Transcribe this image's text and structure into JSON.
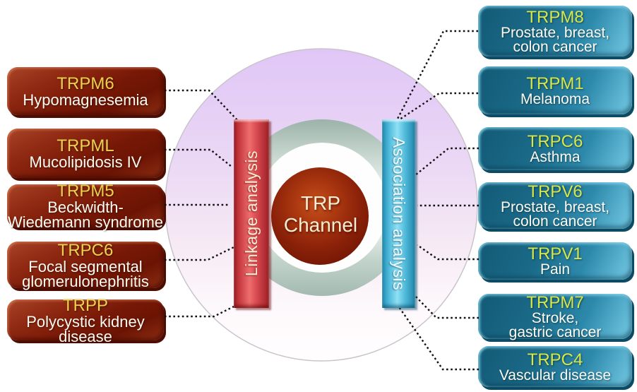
{
  "center": {
    "line1": "TRP",
    "line2": "Channel"
  },
  "bars": {
    "linkage": {
      "label": "Linkage analysis",
      "color": "#d9444b"
    },
    "association": {
      "label": "Association analysis",
      "color": "#49b5d8"
    }
  },
  "left_column": {
    "analysis_type": "Linkage analysis",
    "box_color": "#7a1a06",
    "title_color": "#ecd14f",
    "boxes": [
      {
        "gene": "TRPM6",
        "lines": [
          "Hypomagnesemia"
        ]
      },
      {
        "gene": "TRPML",
        "lines": [
          "Mucolipidosis IV"
        ]
      },
      {
        "gene": "TRPM5",
        "lines": [
          "Beckwidth-",
          "Wiedemann syndrome"
        ]
      },
      {
        "gene": "TRPC6",
        "lines": [
          "Focal segmental",
          "glomerulonephritis"
        ]
      },
      {
        "gene": "TRPP",
        "lines": [
          "Polycystic kidney",
          "disease"
        ]
      }
    ]
  },
  "right_column": {
    "analysis_type": "Association analysis",
    "box_color": "#1a6a88",
    "title_color": "#d7e74a",
    "boxes": [
      {
        "gene": "TRPM8",
        "lines": [
          "Prostate, breast,",
          "colon cancer"
        ]
      },
      {
        "gene": "TRPM1",
        "lines": [
          "Melanoma"
        ]
      },
      {
        "gene": "TRPC6",
        "lines": [
          "Asthma"
        ]
      },
      {
        "gene": "TRPV6",
        "lines": [
          "Prostate, breast,",
          "colon cancer"
        ]
      },
      {
        "gene": "TRPV1",
        "lines": [
          "Pain"
        ]
      },
      {
        "gene": "TRPM7",
        "lines": [
          "Stroke,",
          "gastric cancer"
        ]
      },
      {
        "gene": "TRPC4",
        "lines": [
          "Vascular disease"
        ]
      }
    ]
  },
  "colors": {
    "sphere": "#8a2008",
    "halo_top": "#e0c6f6",
    "ring": "#9cb3a9",
    "connector": "#111111"
  }
}
